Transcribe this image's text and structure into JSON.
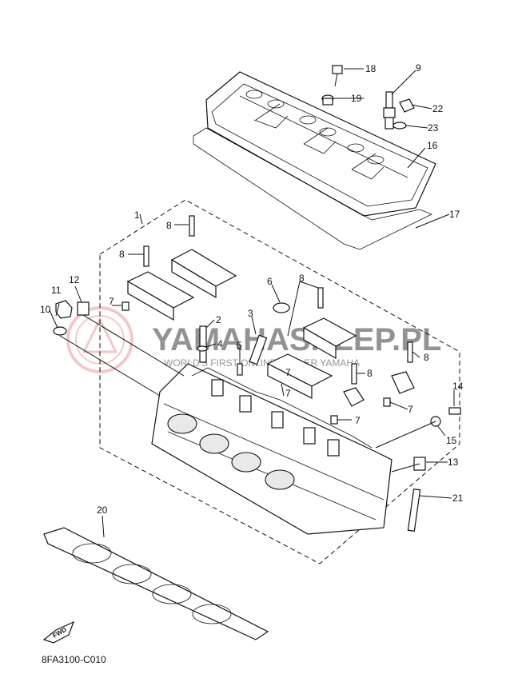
{
  "diagram": {
    "reference_code": "8FA3100-C010",
    "fwd_label": "FWD",
    "watermark": {
      "main": "YAMAHASKLEP.PL",
      "sub": "WORLD'S FIRST ONLINE DEALER YAMAHA"
    },
    "callouts": [
      {
        "id": "c1",
        "label": "1"
      },
      {
        "id": "c2",
        "label": "2"
      },
      {
        "id": "c3",
        "label": "3"
      },
      {
        "id": "c4",
        "label": "4"
      },
      {
        "id": "c5",
        "label": "5"
      },
      {
        "id": "c6",
        "label": "6"
      },
      {
        "id": "c7a",
        "label": "7"
      },
      {
        "id": "c7b",
        "label": "7"
      },
      {
        "id": "c7c",
        "label": "7"
      },
      {
        "id": "c7d",
        "label": "7"
      },
      {
        "id": "c7e",
        "label": "7"
      },
      {
        "id": "c8a",
        "label": "8"
      },
      {
        "id": "c8b",
        "label": "8"
      },
      {
        "id": "c8c",
        "label": "8"
      },
      {
        "id": "c8d",
        "label": "8"
      },
      {
        "id": "c8e",
        "label": "8"
      },
      {
        "id": "c9",
        "label": "9"
      },
      {
        "id": "c10",
        "label": "10"
      },
      {
        "id": "c11",
        "label": "11"
      },
      {
        "id": "c12",
        "label": "12"
      },
      {
        "id": "c13",
        "label": "13"
      },
      {
        "id": "c14",
        "label": "14"
      },
      {
        "id": "c15",
        "label": "15"
      },
      {
        "id": "c16",
        "label": "16"
      },
      {
        "id": "c17",
        "label": "17"
      },
      {
        "id": "c18",
        "label": "18"
      },
      {
        "id": "c19",
        "label": "19"
      },
      {
        "id": "c20",
        "label": "20"
      },
      {
        "id": "c21",
        "label": "21"
      },
      {
        "id": "c22",
        "label": "22"
      },
      {
        "id": "c23",
        "label": "23"
      }
    ]
  }
}
